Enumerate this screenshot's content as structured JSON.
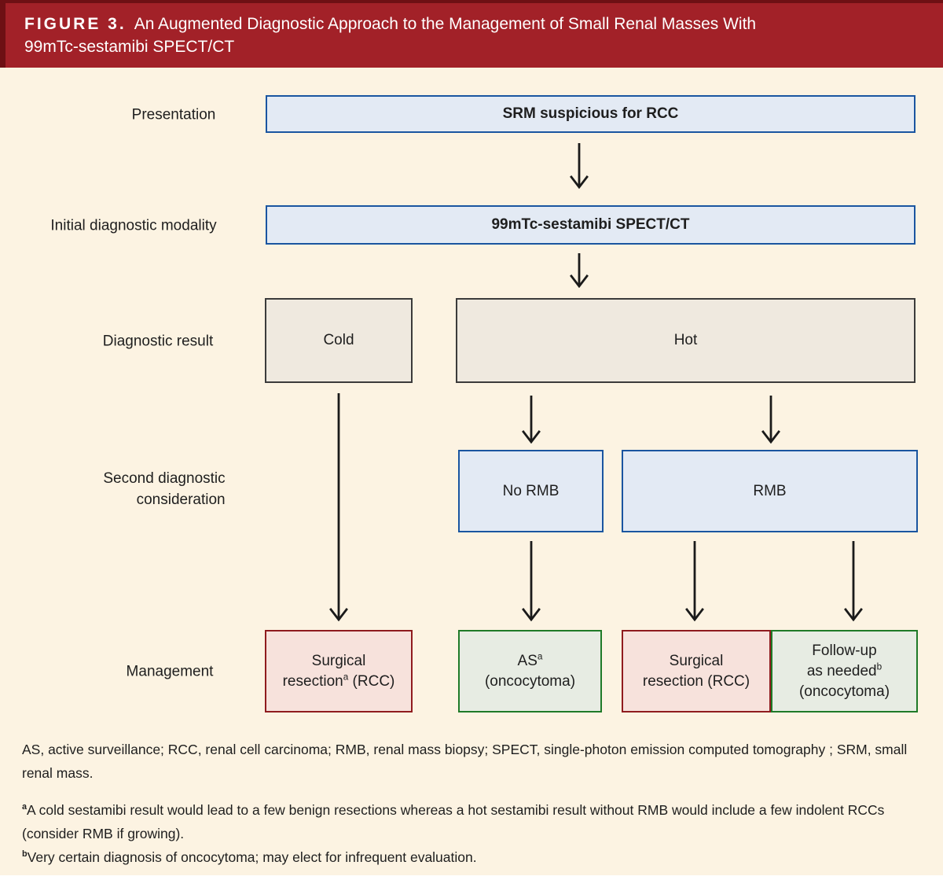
{
  "header": {
    "label": "FIGURE 3.",
    "title_line1": "An Augmented Diagnostic Approach to the Management of Small Renal Masses With",
    "title_line2": "99mTc-sestamibi SPECT/CT"
  },
  "row_labels": {
    "presentation": "Presentation",
    "modality": "Initial diagnostic modality",
    "result": "Diagnostic result",
    "second_line1": "Second diagnostic",
    "second_line2": "consideration",
    "management": "Management"
  },
  "boxes": {
    "srm": "SRM suspicious for RCC",
    "spect": "99mTc-sestamibi SPECT/CT",
    "cold": "Cold",
    "hot": "Hot",
    "no_rmb": "No RMB",
    "rmb": "RMB",
    "m1_line1": "Surgical",
    "m1_line2_pre": "resection",
    "m1_sup": "a",
    "m1_line2_post": " (RCC)",
    "m2_line1_pre": "AS",
    "m2_sup": "a",
    "m2_line2": "(oncocytoma)",
    "m3_line1": "Surgical",
    "m3_line2": "resection (RCC)",
    "m4_line1": "Follow-up",
    "m4_line2_pre": "as needed",
    "m4_sup": "b",
    "m4_line3": "(oncocytoma)"
  },
  "footnotes": {
    "abbreviations": "AS, active surveillance; RCC, renal cell carcinoma; RMB, renal mass biopsy; SPECT, single-photon emission computed tomography ; SRM, small renal mass.",
    "a_sup": "a",
    "a_text": "A cold sestamibi result would lead to a few benign resections whereas a hot sestamibi result without RMB would include a few indolent RCCs (consider RMB if growing).",
    "b_sup": "b",
    "b_text": "Very certain diagnosis of oncocytoma; may elect for infrequent evaluation."
  },
  "colors": {
    "header_bg": "#A22128",
    "header_border": "#6E1014",
    "background": "#FCF3E2",
    "blue_fill": "#E3EAF4",
    "blue_border": "#1A55A0",
    "tan_fill": "#EFE9DF",
    "tan_border": "#3B3B3B",
    "pink_fill": "#F7E2DC",
    "red_border": "#8F1B1E",
    "green_fill": "#E7ECE3",
    "green_border": "#1F7A28",
    "arrow": "#1A1A1A"
  }
}
